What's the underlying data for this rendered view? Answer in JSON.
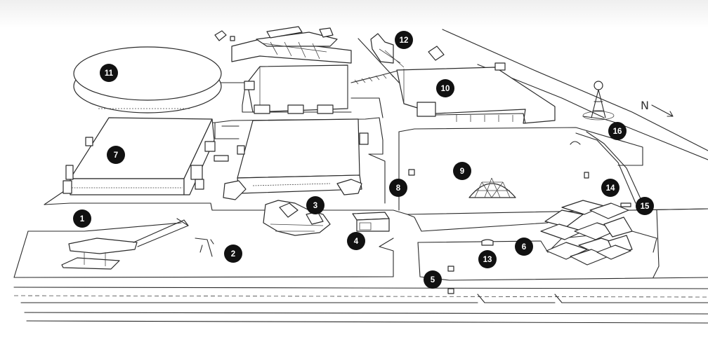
{
  "map": {
    "compass_label": "N",
    "markers": [
      {
        "id": "1",
        "label": "1"
      },
      {
        "id": "2",
        "label": "2"
      },
      {
        "id": "3",
        "label": "3"
      },
      {
        "id": "4",
        "label": "4"
      },
      {
        "id": "5",
        "label": "5"
      },
      {
        "id": "6",
        "label": "6"
      },
      {
        "id": "7",
        "label": "7"
      },
      {
        "id": "8",
        "label": "8"
      },
      {
        "id": "9",
        "label": "9"
      },
      {
        "id": "10",
        "label": "10"
      },
      {
        "id": "11",
        "label": "11"
      },
      {
        "id": "12",
        "label": "12"
      },
      {
        "id": "13",
        "label": "13"
      },
      {
        "id": "14",
        "label": "14"
      },
      {
        "id": "15",
        "label": "15"
      },
      {
        "id": "16",
        "label": "16"
      }
    ],
    "colors": {
      "marker": "#111111",
      "marker_text": "#ffffff",
      "ink": "#2a2a2a",
      "background": "#ffffff"
    }
  }
}
